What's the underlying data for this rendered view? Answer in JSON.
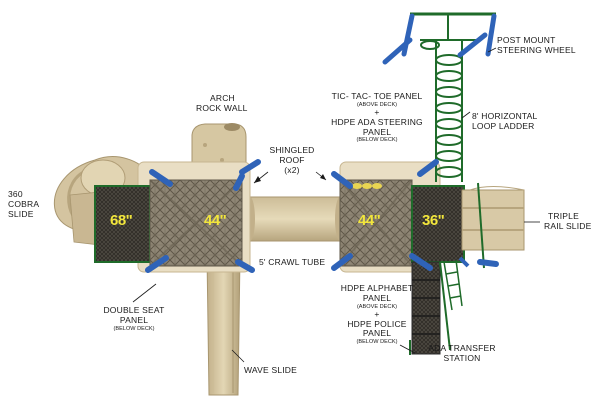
{
  "labels": {
    "post_mount_steering_wheel": [
      "POST MOUNT",
      "STEERING WHEEL"
    ],
    "arch_rock_wall": [
      "ARCH",
      "ROCK WALL"
    ],
    "tic_tac_toe": {
      "line1": "TIC- TAC- TOE PANEL",
      "line1_sub": "(ABOVE DECK)",
      "plus": "+",
      "line2": "HDPE ADA STEERING",
      "line3": "PANEL",
      "line3_sub": "(BELOW DECK)"
    },
    "horizontal_loop_ladder": [
      "8' HORIZONTAL",
      "LOOP LADDER"
    ],
    "shingled_roof": [
      "SHINGLED",
      "ROOF",
      "(x2)"
    ],
    "cobra_slide": [
      "360",
      "COBRA",
      "SLIDE"
    ],
    "triple_rail_slide": [
      "TRIPLE",
      "RAIL SLIDE"
    ],
    "crawl_tube": "5' CRAWL TUBE",
    "alphabet_police": {
      "line1": "HDPE ALPHABET",
      "line2": "PANEL",
      "line2_sub": "(ABOVE DECK)",
      "plus": "+",
      "line3": "HDPE POLICE",
      "line4": "PANEL",
      "line4_sub": "(BELOW DECK)"
    },
    "double_seat_panel": {
      "line1": "DOUBLE SEAT",
      "line2": "PANEL",
      "line2_sub": "(BELOW DECK)"
    },
    "ada_transfer_station": [
      "ADA TRANSFER",
      "STATION"
    ],
    "wave_slide": "WAVE SLIDE"
  },
  "measurements": {
    "left_outer": "68\"",
    "left_inner": "44\"",
    "right_inner": "44\"",
    "right_outer": "36\""
  },
  "colors": {
    "tan": "#d8c9a6",
    "tan_dark": "#b9a77f",
    "deck": "#8a8170",
    "deck_grid": "#5e5748",
    "green": "#1f6b2a",
    "blue": "#2f63b8",
    "yellow_text": "#f2e63c"
  }
}
